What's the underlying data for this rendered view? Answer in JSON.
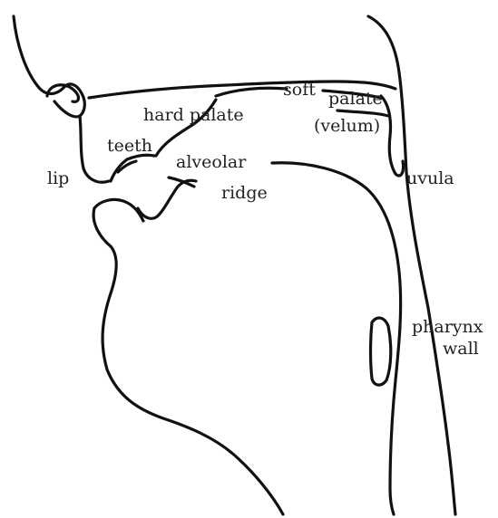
{
  "labels": {
    "lip": "lip",
    "teeth": "teeth",
    "hard_palate": "hard palate",
    "alveolar": "alveolar",
    "ridge": "ridge",
    "soft": "soft",
    "palate": "palate",
    "velum": "(velum)",
    "uvula": "uvula",
    "pharynx": "pharynx",
    "wall": "wall"
  },
  "colors": {
    "ink": "#111111",
    "text": "#222222",
    "background": "#ffffff"
  }
}
